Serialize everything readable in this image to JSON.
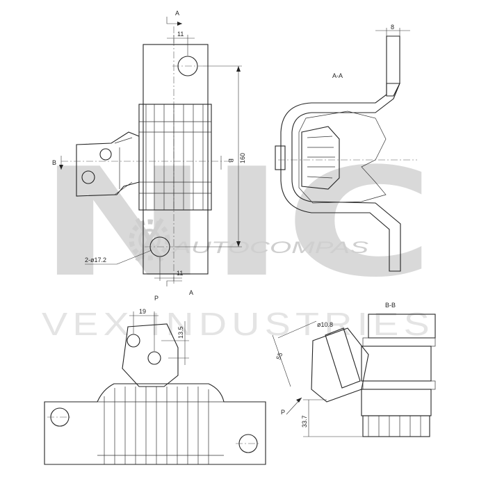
{
  "watermark": {
    "brand_large": "NIC",
    "brand_sub": "VEX INDUSTRIES",
    "site": "AUTOCOMPAS"
  },
  "labels": {
    "section_a_top": "A",
    "section_a_bottom": "A",
    "section_b_left": "B",
    "section_b_right": "B",
    "view_a_a": "A-A",
    "view_b_b": "B-B",
    "view_p": "P",
    "arrow_p": "P"
  },
  "dimensions": {
    "top_offset": "11",
    "bottom_offset": "11",
    "height": "160",
    "holes": "2-ø17.2",
    "flange": "8",
    "bracket_width": "19",
    "bracket_height": "13.5",
    "bolt_dia": "ø10.8",
    "bushing_len": "55",
    "offset_height": "33.7"
  }
}
